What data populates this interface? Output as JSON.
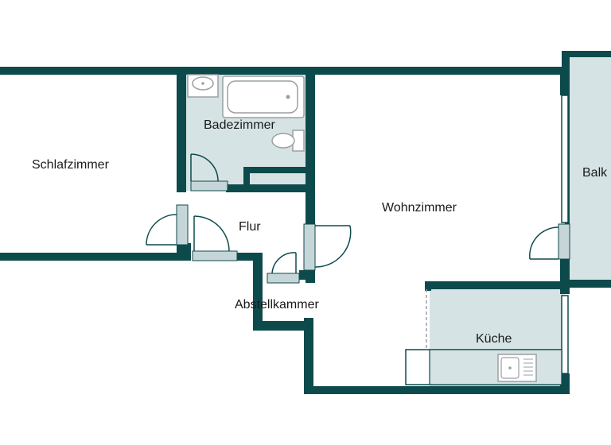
{
  "colors": {
    "wall": "#0d4a4c",
    "floor_tiled": "#d6e3e4",
    "floor_open": "#ffffff",
    "door_frame": "#c6d6d8",
    "fixture_fill": "#ffffff",
    "fixture_stroke": "#9aa0a2"
  },
  "rooms": {
    "schlafzimmer": "Schlafzimmer",
    "badezimmer": "Badezimmer",
    "flur": "Flur",
    "wohnzimmer": "Wohnzimmer",
    "abstellkammer": "Abstellkammer",
    "kueche": "Küche",
    "balkon": "Balk"
  },
  "icons": [
    "bathtub-icon",
    "sink-icon",
    "toilet-icon",
    "kitchen-sink-icon",
    "door-swing-icon"
  ]
}
